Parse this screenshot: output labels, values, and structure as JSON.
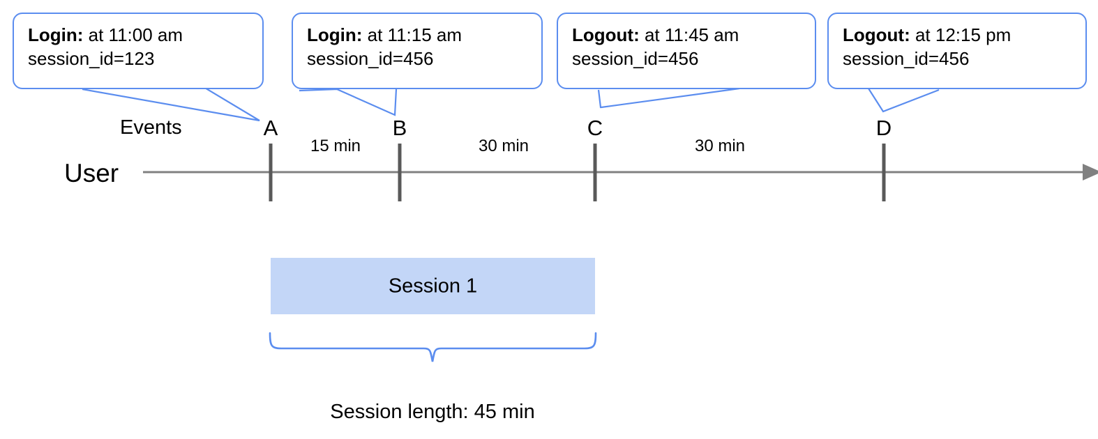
{
  "diagram": {
    "title_caption": "Session length: 45 min",
    "lane_labels": {
      "events": "Events",
      "user": "User"
    },
    "colors": {
      "callout_border": "#5b8def",
      "session_fill": "#c3d6f7",
      "brace": "#5b8def",
      "axis": "#808080",
      "tick": "#595959"
    },
    "callouts": [
      {
        "event_label": "Login:",
        "time_text": " at 11:00 am",
        "session_line": "session_id=123",
        "points_to": "A"
      },
      {
        "event_label": "Login:",
        "time_text": " at 11:15 am",
        "session_line": "session_id=456",
        "points_to": "B"
      },
      {
        "event_label": "Logout:",
        "time_text": " at 11:45 am",
        "session_line": "session_id=456",
        "points_to": "C"
      },
      {
        "event_label": "Logout:",
        "time_text": " at 12:15 pm",
        "session_line": "session_id=456",
        "points_to": "D"
      }
    ],
    "markers": [
      {
        "letter": "A"
      },
      {
        "letter": "B"
      },
      {
        "letter": "C"
      },
      {
        "letter": "D"
      }
    ],
    "intervals": [
      {
        "label": "15 min",
        "from": "A",
        "to": "B"
      },
      {
        "label": "30 min",
        "from": "B",
        "to": "C"
      },
      {
        "label": "30 min",
        "from": "C",
        "to": "D"
      }
    ],
    "session": {
      "bar_label": "Session 1",
      "span_from": "A",
      "span_to": "C",
      "length_caption": "Session length: 45 min"
    }
  }
}
